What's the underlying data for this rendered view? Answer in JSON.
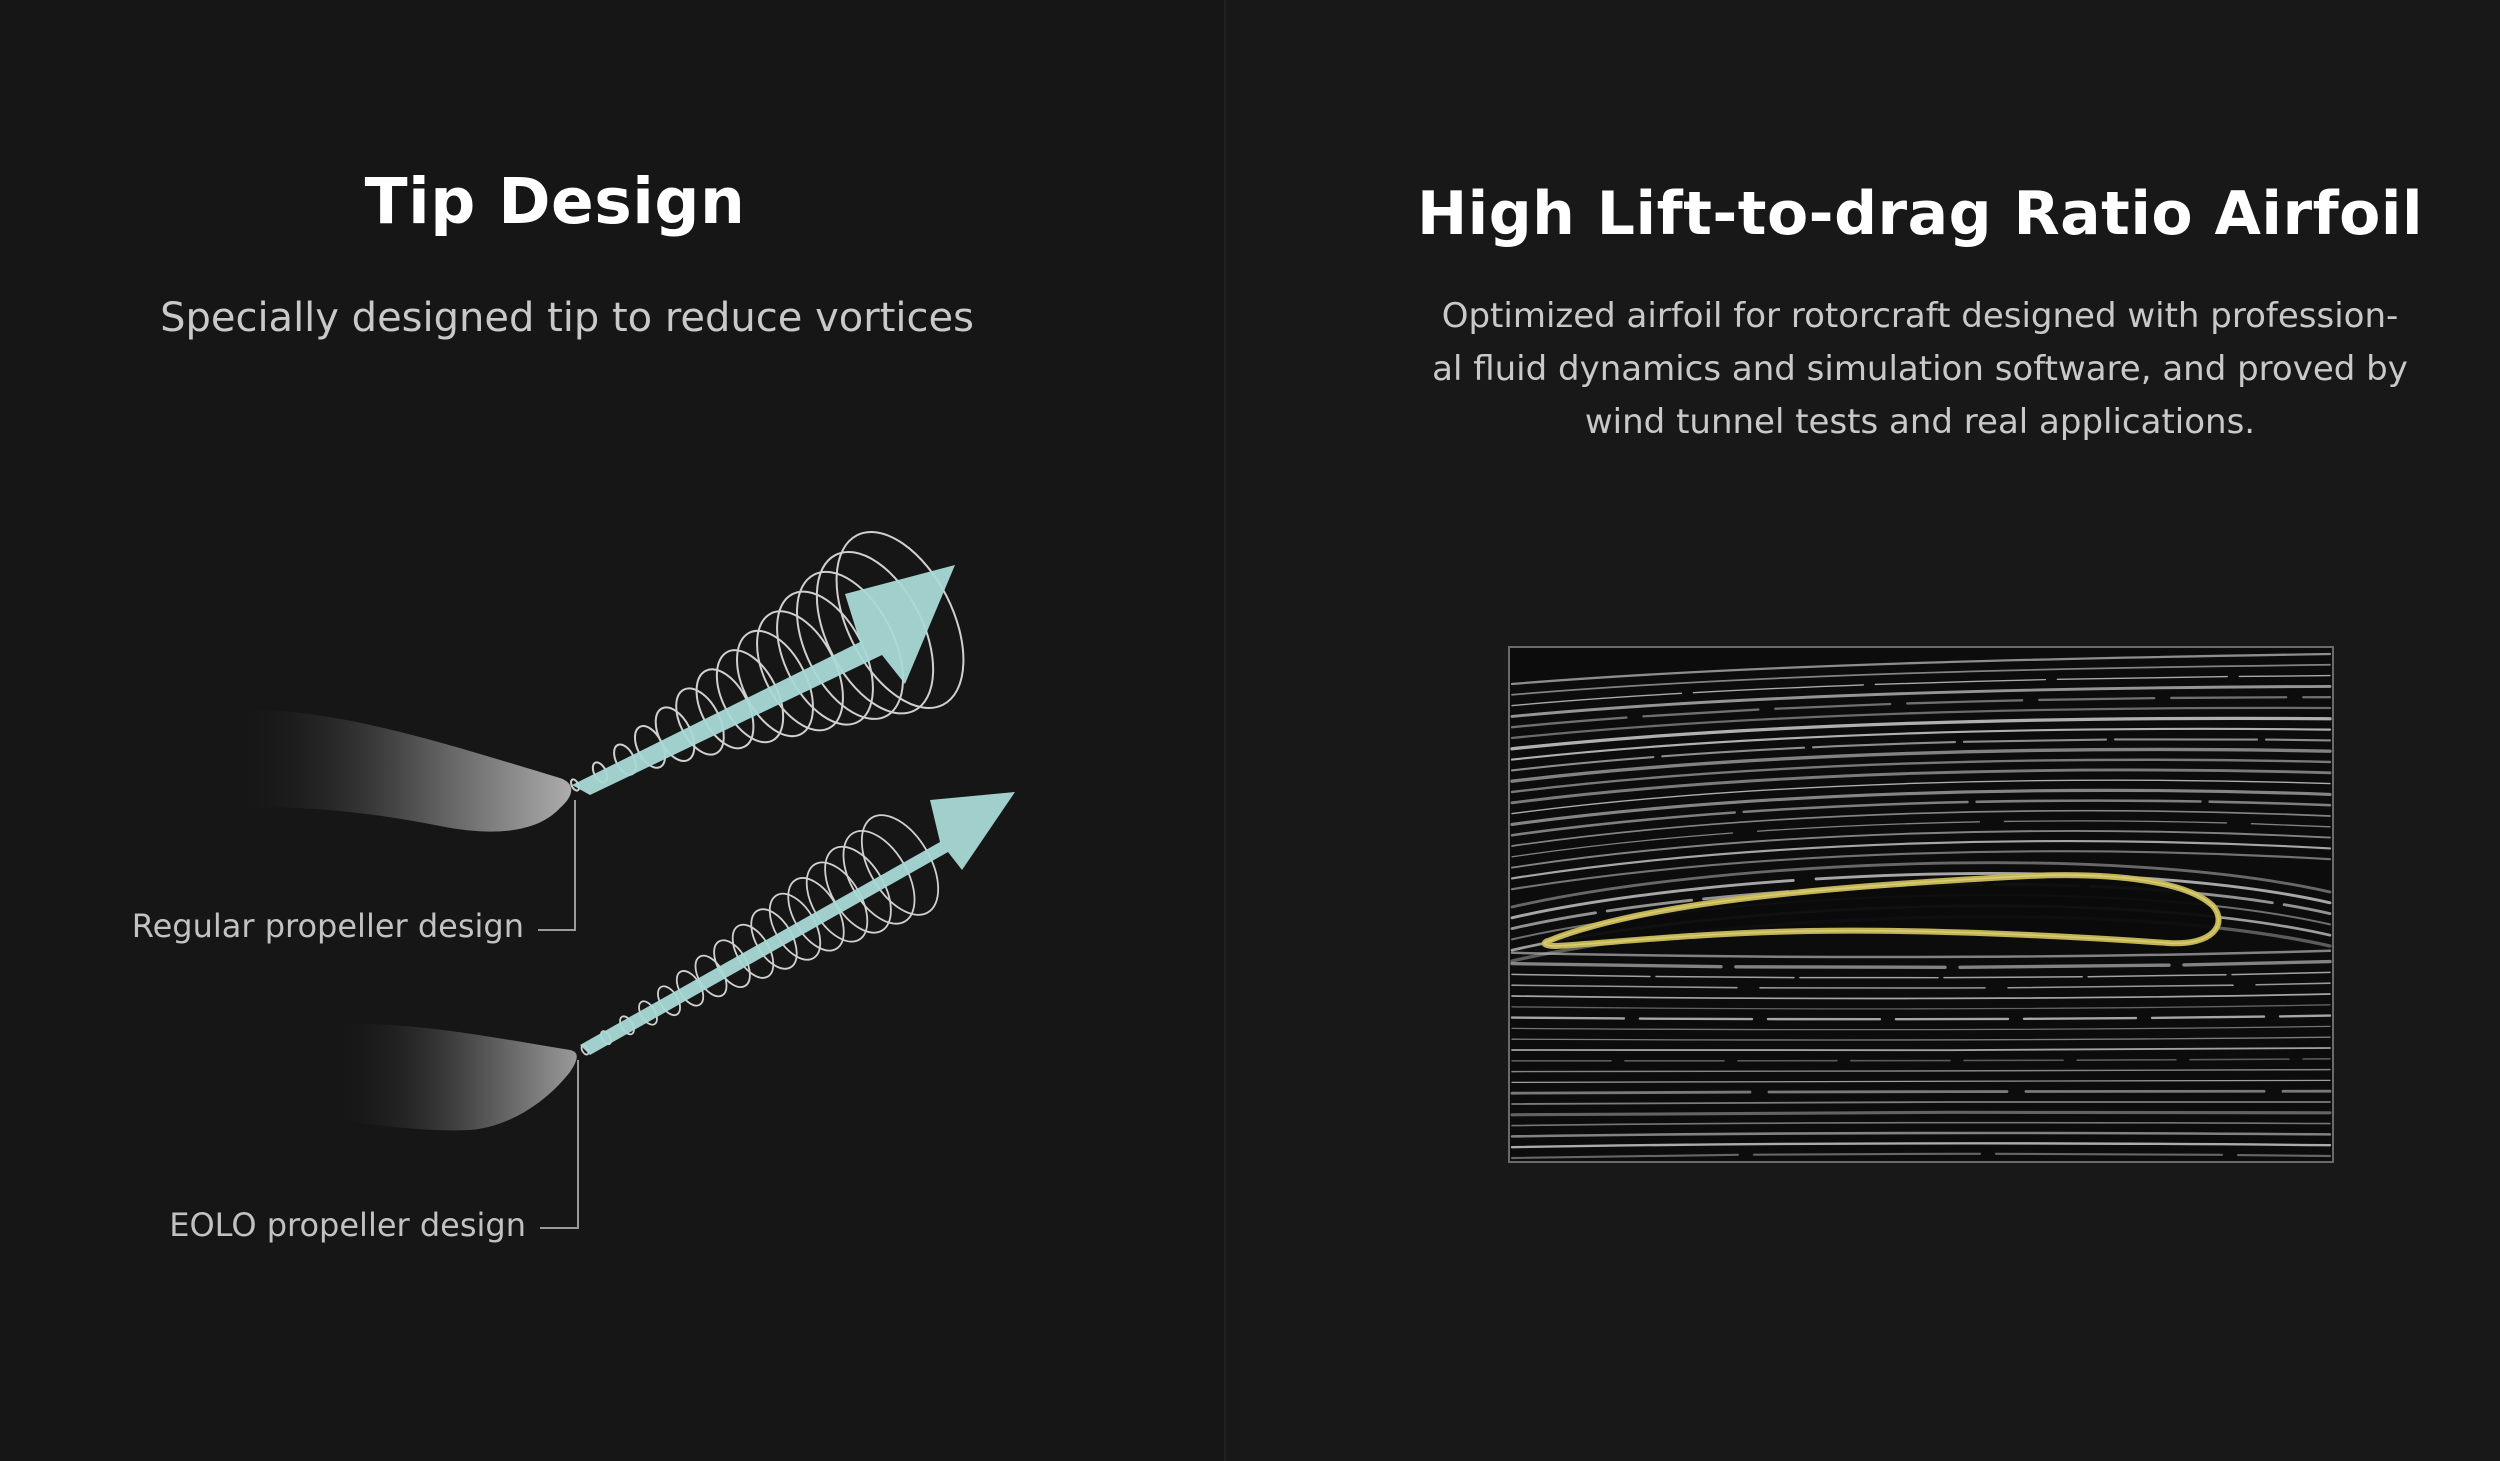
{
  "tip_design": {
    "title": "Tip Design",
    "subtitle": "Specially designed tip to reduce vortices",
    "callouts": {
      "regular": "Regular propeller design",
      "eolo": "EOLO propeller design"
    }
  },
  "airfoil": {
    "title": "High Lift-to-drag Ratio Airfoil",
    "description_lines": [
      "Optimized airfoil for rotorcraft designed with profession-",
      "al fluid dynamics and simulation software, and proved by",
      "wind tunnel tests and real applications."
    ]
  },
  "colors": {
    "background": "#161616",
    "arrow": "#a9d9d6",
    "airfoil_outline": "#cbbd5c",
    "streamline": "#bdbdbd"
  }
}
